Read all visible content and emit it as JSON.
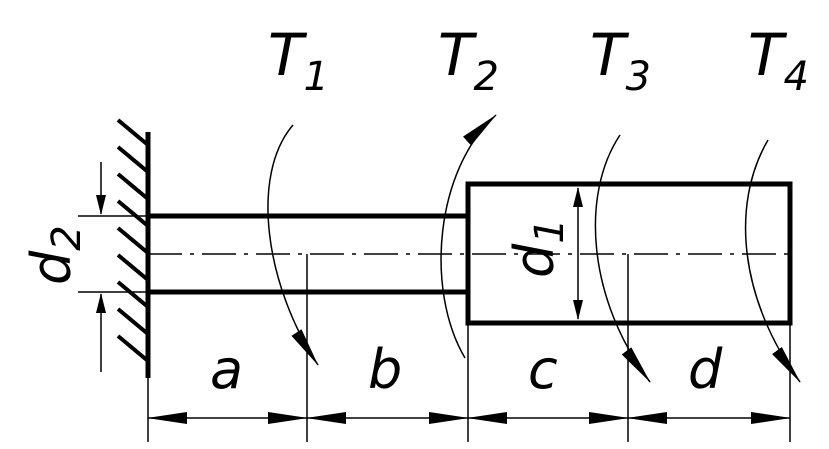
{
  "torques": [
    {
      "letter": "T",
      "sub": "1"
    },
    {
      "letter": "T",
      "sub": "2"
    },
    {
      "letter": "T",
      "sub": "3"
    },
    {
      "letter": "T",
      "sub": "4"
    }
  ],
  "diameters": [
    {
      "letter": "d",
      "sub": "2"
    },
    {
      "letter": "d",
      "sub": "1"
    }
  ],
  "segments": [
    "a",
    "b",
    "c",
    "d"
  ]
}
